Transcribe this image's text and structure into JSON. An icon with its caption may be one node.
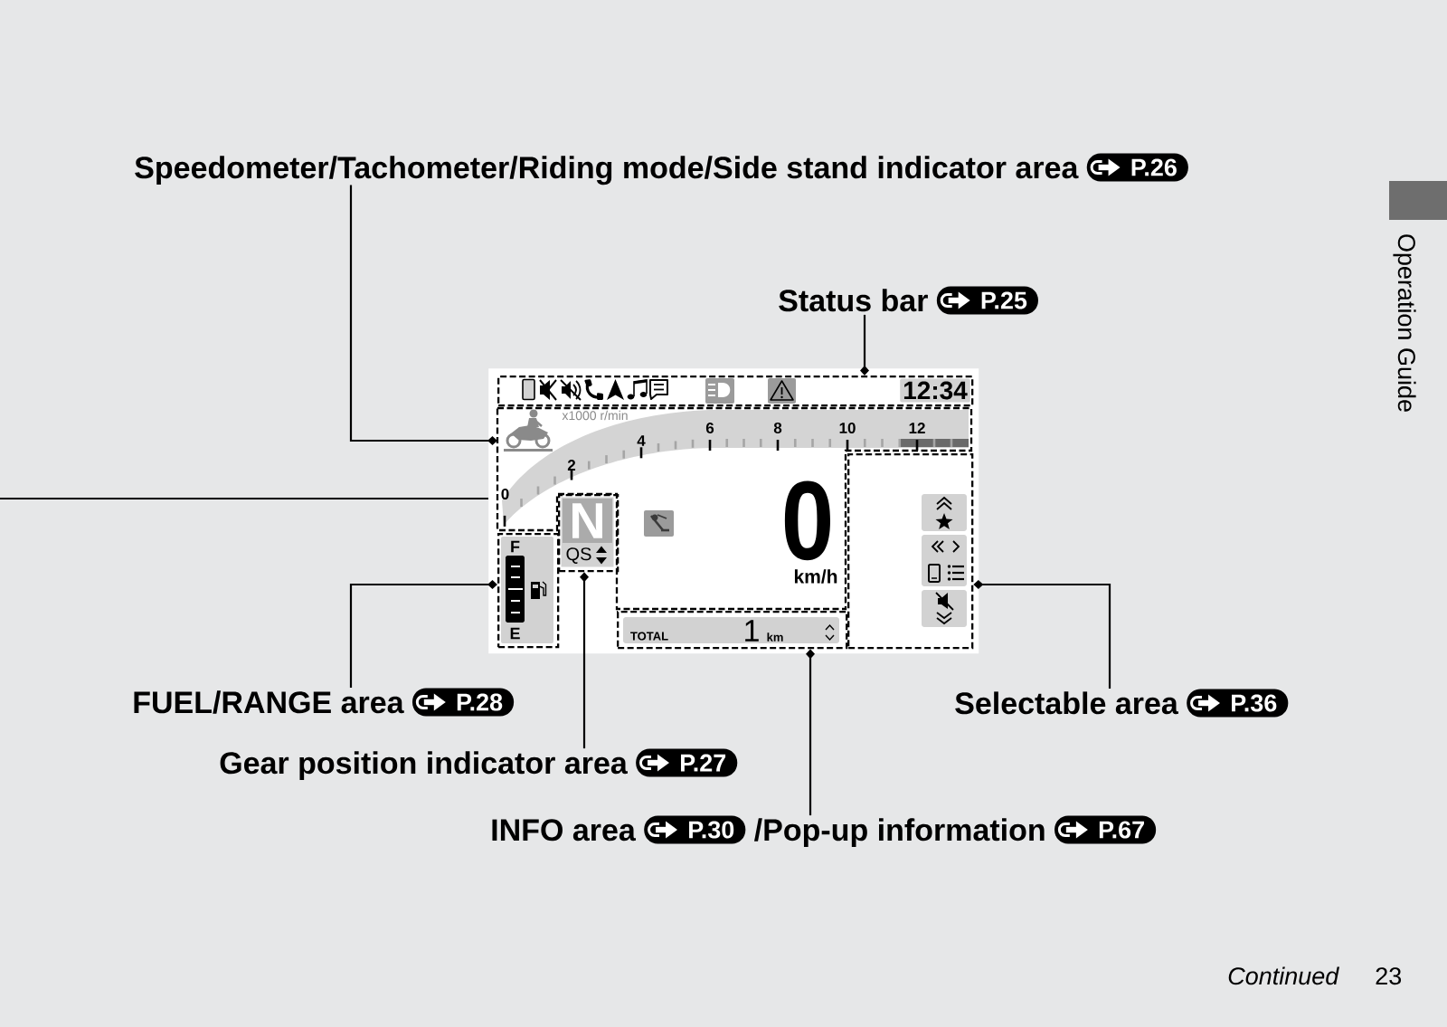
{
  "diagram": {
    "nodes": [
      {
        "text": [
          "Speedometer/Tachometer/Riding mode/Side stand indicator area",
          "P.26"
        ]
      },
      {
        "text": [
          "Status bar",
          "P.25"
        ]
      },
      {
        "text": [],
        "shape": "box"
      },
      {
        "text": [
          "12:34"
        ],
        "in": 2
      },
      {
        "text": [
          "x1000 r/min",
          "0",
          "2",
          "4",
          "6",
          "8",
          "10",
          "12",
          "0",
          "km/h"
        ],
        "in": 2
      },
      {
        "text": [
          "F",
          "E"
        ],
        "in": 2
      },
      {
        "text": [
          "N",
          "QS"
        ],
        "in": 2
      },
      {
        "text": [
          "TOTAL",
          "1",
          "km"
        ],
        "in": 2
      },
      {
        "text": [],
        "shape": "box",
        "in": 2
      },
      {
        "text": [
          "FUEL/RANGE area",
          "P.28"
        ]
      },
      {
        "text": [
          "Selectable area",
          "P.36"
        ]
      },
      {
        "text": [
          "Gear position indicator area",
          "P.27"
        ]
      },
      {
        "text": [
          "INFO area",
          "P.30",
          "/Pop-up information",
          "P.67"
        ]
      }
    ],
    "edges": [
      {
        "from": 0,
        "to": 4,
        "arrow": "other"
      },
      {
        "from": 1,
        "to": 3,
        "arrow": "other"
      },
      {
        "from": null,
        "to": 2,
        "arrow": "none"
      },
      {
        "from": 9,
        "to": 5,
        "arrow": "other"
      },
      {
        "from": 11,
        "to": 6,
        "arrow": "other"
      },
      {
        "from": 12,
        "to": 7,
        "arrow": "other"
      },
      {
        "from": 10,
        "to": 8,
        "arrow": "other"
      }
    ],
    "labels": [
      "Operation Guide",
      "Continued",
      "23"
    ]
  }
}
